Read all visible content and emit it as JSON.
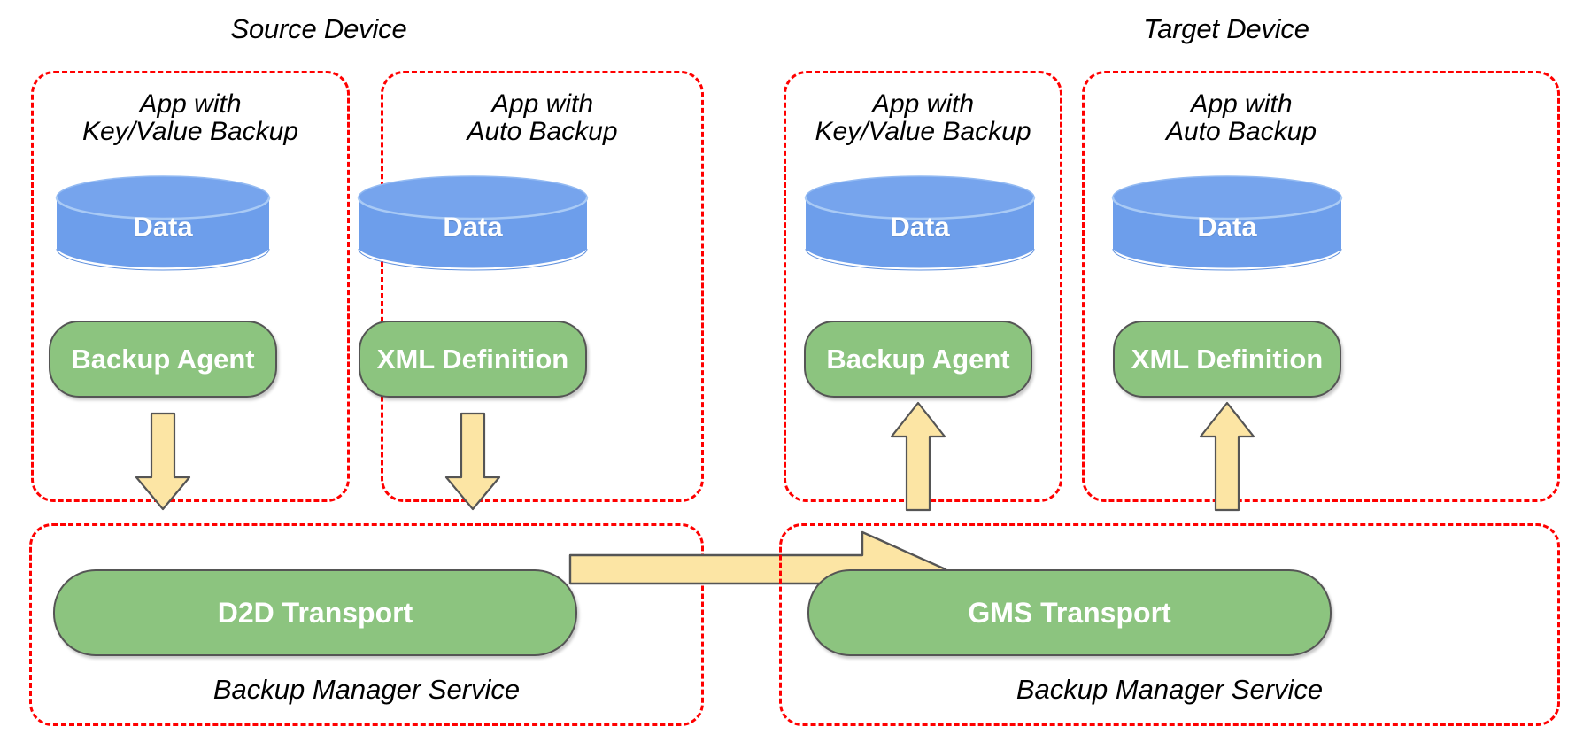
{
  "diagram": {
    "title_left": "Source Device",
    "title_right": "Target Device",
    "colors": {
      "dashed_border": "#ff0000",
      "cylinder_fill": "#6d9eeb",
      "pill_fill": "#8cc47f",
      "arrow_fill": "#fce5a4",
      "stroke": "#555555",
      "text_light": "#ffffff",
      "text_dark": "#000000",
      "background": "#ffffff"
    }
  },
  "source_device": {
    "label": "Source Device",
    "apps": [
      {
        "title_line1": "App with",
        "title_line2": "Key/Value Backup",
        "data_label": "Data",
        "component_label": "Backup Agent",
        "arrow_direction": "down"
      },
      {
        "title_line1": "App with",
        "title_line2": "Auto Backup",
        "data_label": "Data",
        "component_label": "XML Definition",
        "arrow_direction": "down"
      }
    ],
    "service": {
      "transport_label": "D2D Transport",
      "service_label": "Backup Manager Service"
    }
  },
  "target_device": {
    "label": "Target Device",
    "apps": [
      {
        "title_line1": "App with",
        "title_line2": "Key/Value Backup",
        "data_label": "Data",
        "component_label": "Backup Agent",
        "arrow_direction": "up"
      },
      {
        "title_line1": "App with",
        "title_line2": "Auto Backup",
        "data_label": "Data",
        "component_label": "XML Definition",
        "arrow_direction": "up"
      }
    ],
    "service": {
      "transport_label": "GMS Transport",
      "service_label": "Backup Manager Service"
    }
  },
  "transfer_arrow": {
    "direction": "right",
    "from": "D2D Transport",
    "to": "GMS Transport",
    "label": ""
  }
}
